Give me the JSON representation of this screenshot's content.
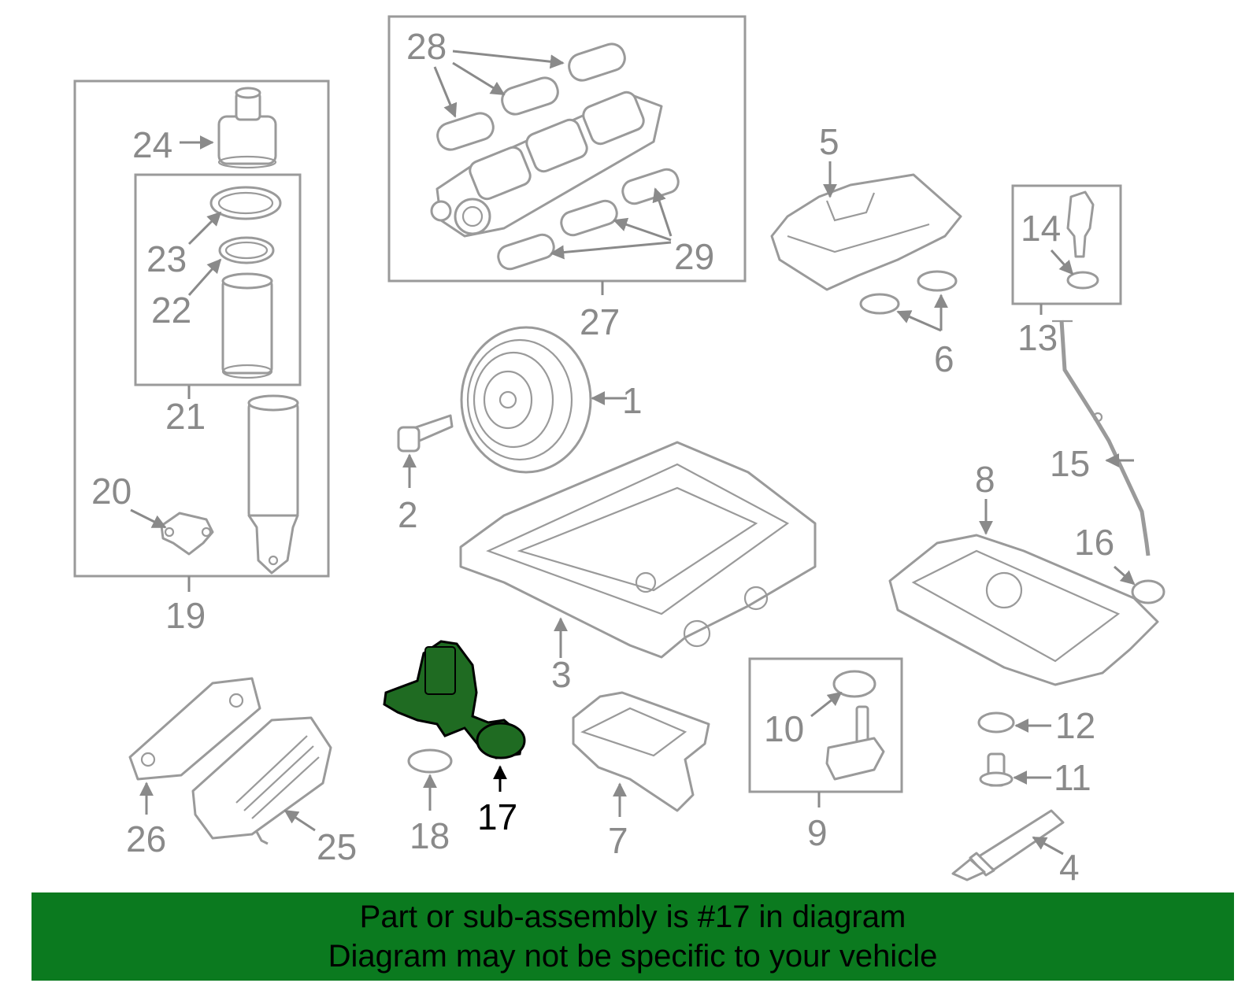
{
  "callouts": {
    "n1": "1",
    "n2": "2",
    "n3": "3",
    "n4": "4",
    "n5": "5",
    "n6": "6",
    "n7": "7",
    "n8": "8",
    "n9": "9",
    "n10": "10",
    "n11": "11",
    "n12": "12",
    "n13": "13",
    "n14": "14",
    "n15": "15",
    "n16": "16",
    "n17": "17",
    "n18": "18",
    "n19": "19",
    "n20": "20",
    "n21": "21",
    "n22": "22",
    "n23": "23",
    "n24": "24",
    "n25": "25",
    "n26": "26",
    "n27": "27",
    "n28": "28",
    "n29": "29"
  },
  "highlight": {
    "color": "#1f6b22"
  },
  "banner": {
    "line1": "Part or sub-assembly is #17 in diagram",
    "line2": "Diagram may not be specific to your vehicle",
    "color": "#0b7a1f"
  }
}
